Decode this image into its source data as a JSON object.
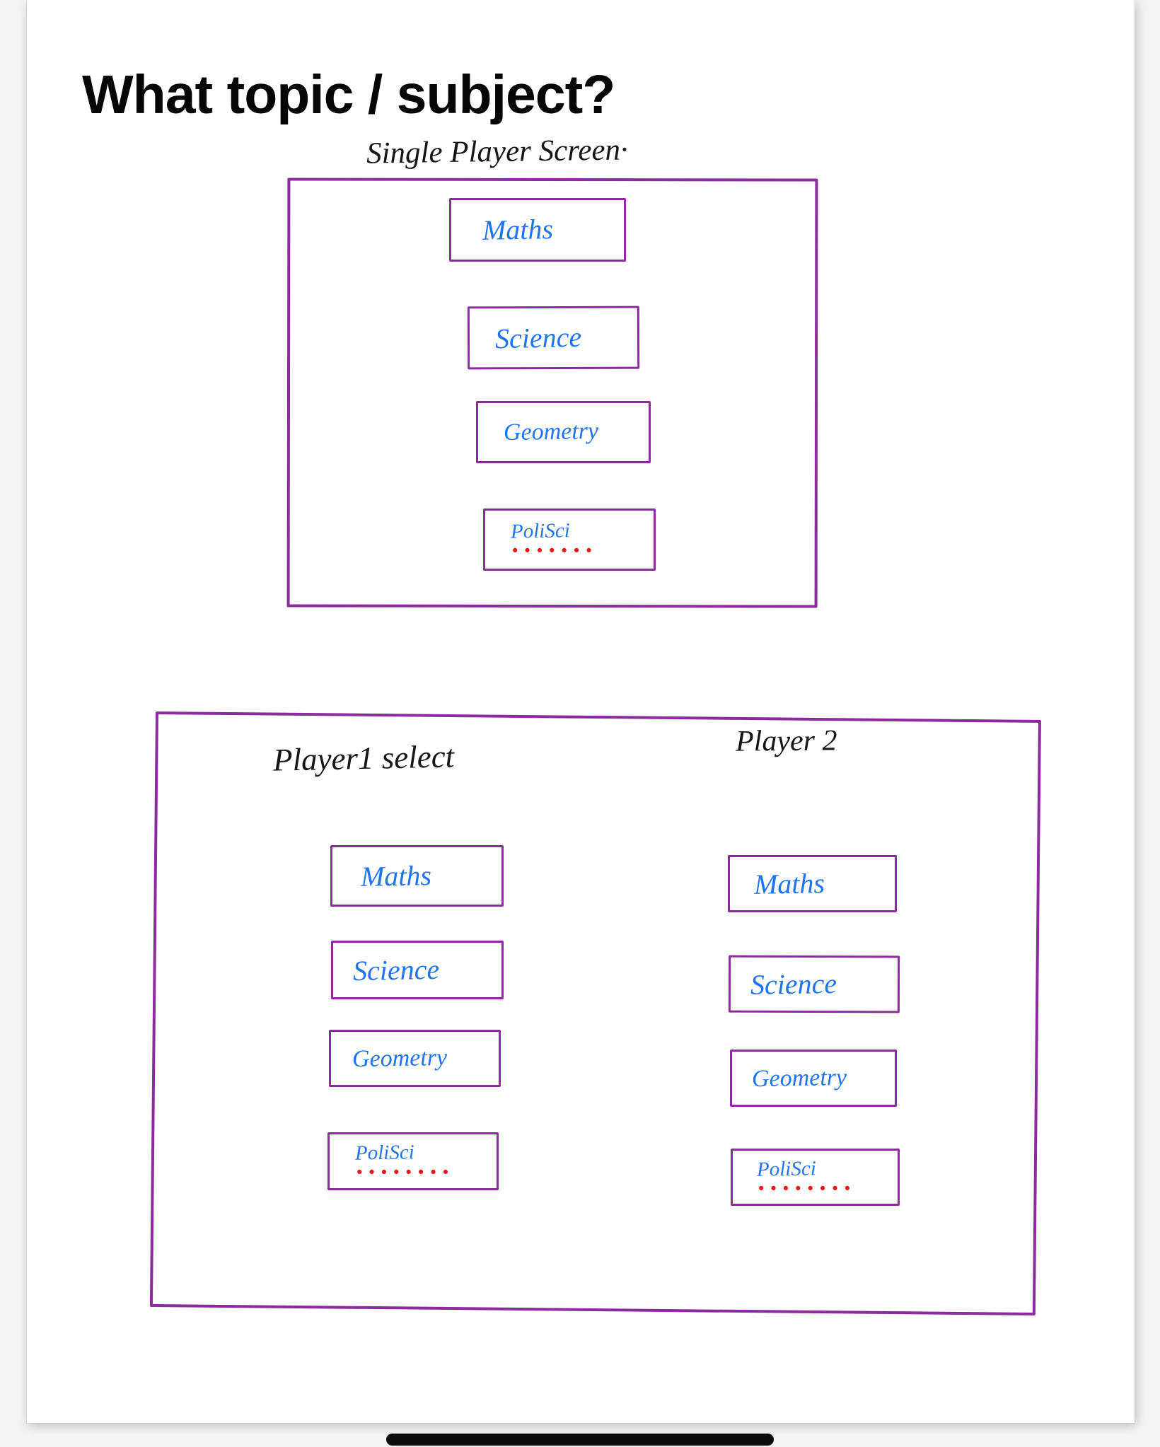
{
  "title": "What topic / subject?",
  "single_player": {
    "heading": "Single Player Screen·",
    "buttons": [
      {
        "label": "Maths"
      },
      {
        "label": "Science"
      },
      {
        "label": "Geometry"
      },
      {
        "label": "PoliSci",
        "dots": "•••••••"
      }
    ]
  },
  "two_player": {
    "player1_heading": "Player1 select",
    "player2_heading": "Player 2",
    "player1_buttons": [
      {
        "label": "Maths"
      },
      {
        "label": "Science"
      },
      {
        "label": "Geometry"
      },
      {
        "label": "PoliSci",
        "dots": "••••••••"
      }
    ],
    "player2_buttons": [
      {
        "label": "Maths"
      },
      {
        "label": "Science"
      },
      {
        "label": "Geometry"
      },
      {
        "label": "PoliSci",
        "dots": "••••••••"
      }
    ]
  },
  "colors": {
    "box_purple": "#8b2b9d",
    "ink_blue": "#1e74f3",
    "ink_black": "#161616",
    "dot_red": "#ee1510",
    "page_white": "#ffffff",
    "gutter_gray": "#f4f4f5"
  }
}
